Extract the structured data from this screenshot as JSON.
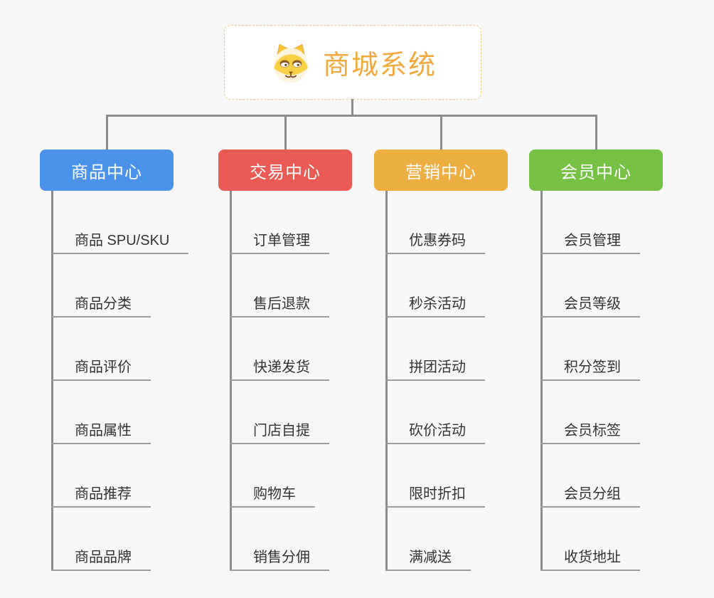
{
  "page": {
    "background": "#f7f7f8",
    "connector_color": "#8c8c8c",
    "underline_color": "#9c9c9c"
  },
  "root": {
    "title": "商城系统",
    "icon": "dog-face-icon",
    "title_color": "#f2a93c",
    "border_color": "#f5c884"
  },
  "branches": [
    {
      "label": "商品中心",
      "color": "#4b93ea",
      "children": [
        "商品 SPU/SKU",
        "商品分类",
        "商品评价",
        "商品属性",
        "商品推荐",
        "商品品牌"
      ]
    },
    {
      "label": "交易中心",
      "color": "#ea5b55",
      "children": [
        "订单管理",
        "售后退款",
        "快递发货",
        "门店自提",
        "购物车",
        "销售分佣"
      ]
    },
    {
      "label": "营销中心",
      "color": "#edae42",
      "children": [
        "优惠券码",
        "秒杀活动",
        "拼团活动",
        "砍价活动",
        "限时折扣",
        "满减送"
      ]
    },
    {
      "label": "会员中心",
      "color": "#76c043",
      "children": [
        "会员管理",
        "会员等级",
        "积分签到",
        "会员标签",
        "会员分组",
        "收货地址"
      ]
    }
  ]
}
